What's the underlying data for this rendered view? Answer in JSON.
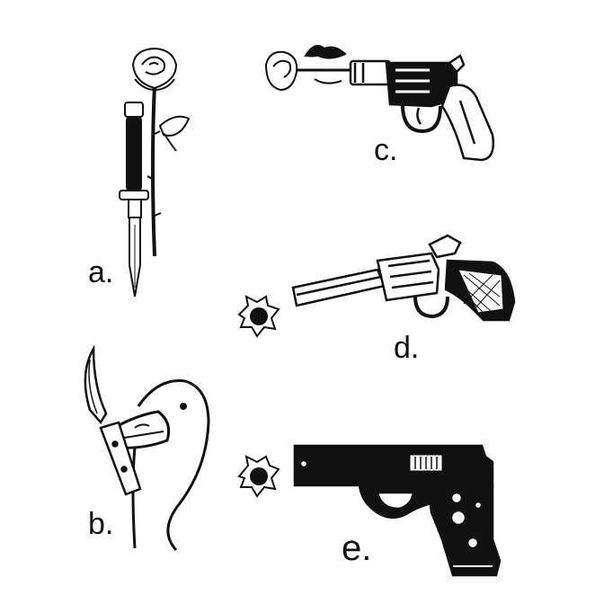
{
  "labels": {
    "a": "a.",
    "b": "b.",
    "c": "c.",
    "d": "d.",
    "e": "e."
  },
  "icons": [
    "rose-icon",
    "switchblade-icon",
    "goose-icon",
    "revolver-icon",
    "pistol-icon",
    "bullet-hole-icon"
  ],
  "colors": {
    "ink": "#111111",
    "paper": "#ffffff"
  }
}
